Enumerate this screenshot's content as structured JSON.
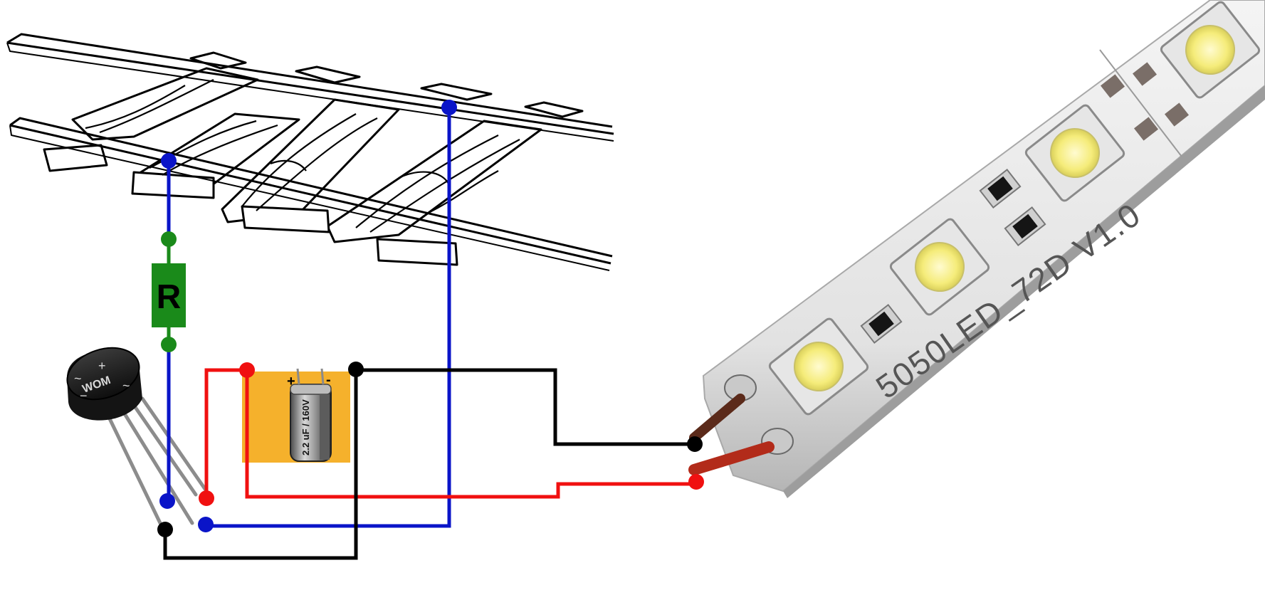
{
  "resistor": {
    "label": "R"
  },
  "bridge_rectifier": {
    "marking": "WOM",
    "plus": "+",
    "minus": "−",
    "tilde_left": "~",
    "tilde_right": "~"
  },
  "capacitor": {
    "label": "2.2 uF / 160V",
    "plus": "+",
    "minus": "-"
  },
  "led_strip": {
    "marking": "5050LED_72D V1.0"
  },
  "colors": {
    "blue_wire": "#0a14c8",
    "red_wire": "#f01010",
    "black_wire": "#000000",
    "resistor": "#1a8a1a",
    "cap_background": "#f5b12c"
  }
}
